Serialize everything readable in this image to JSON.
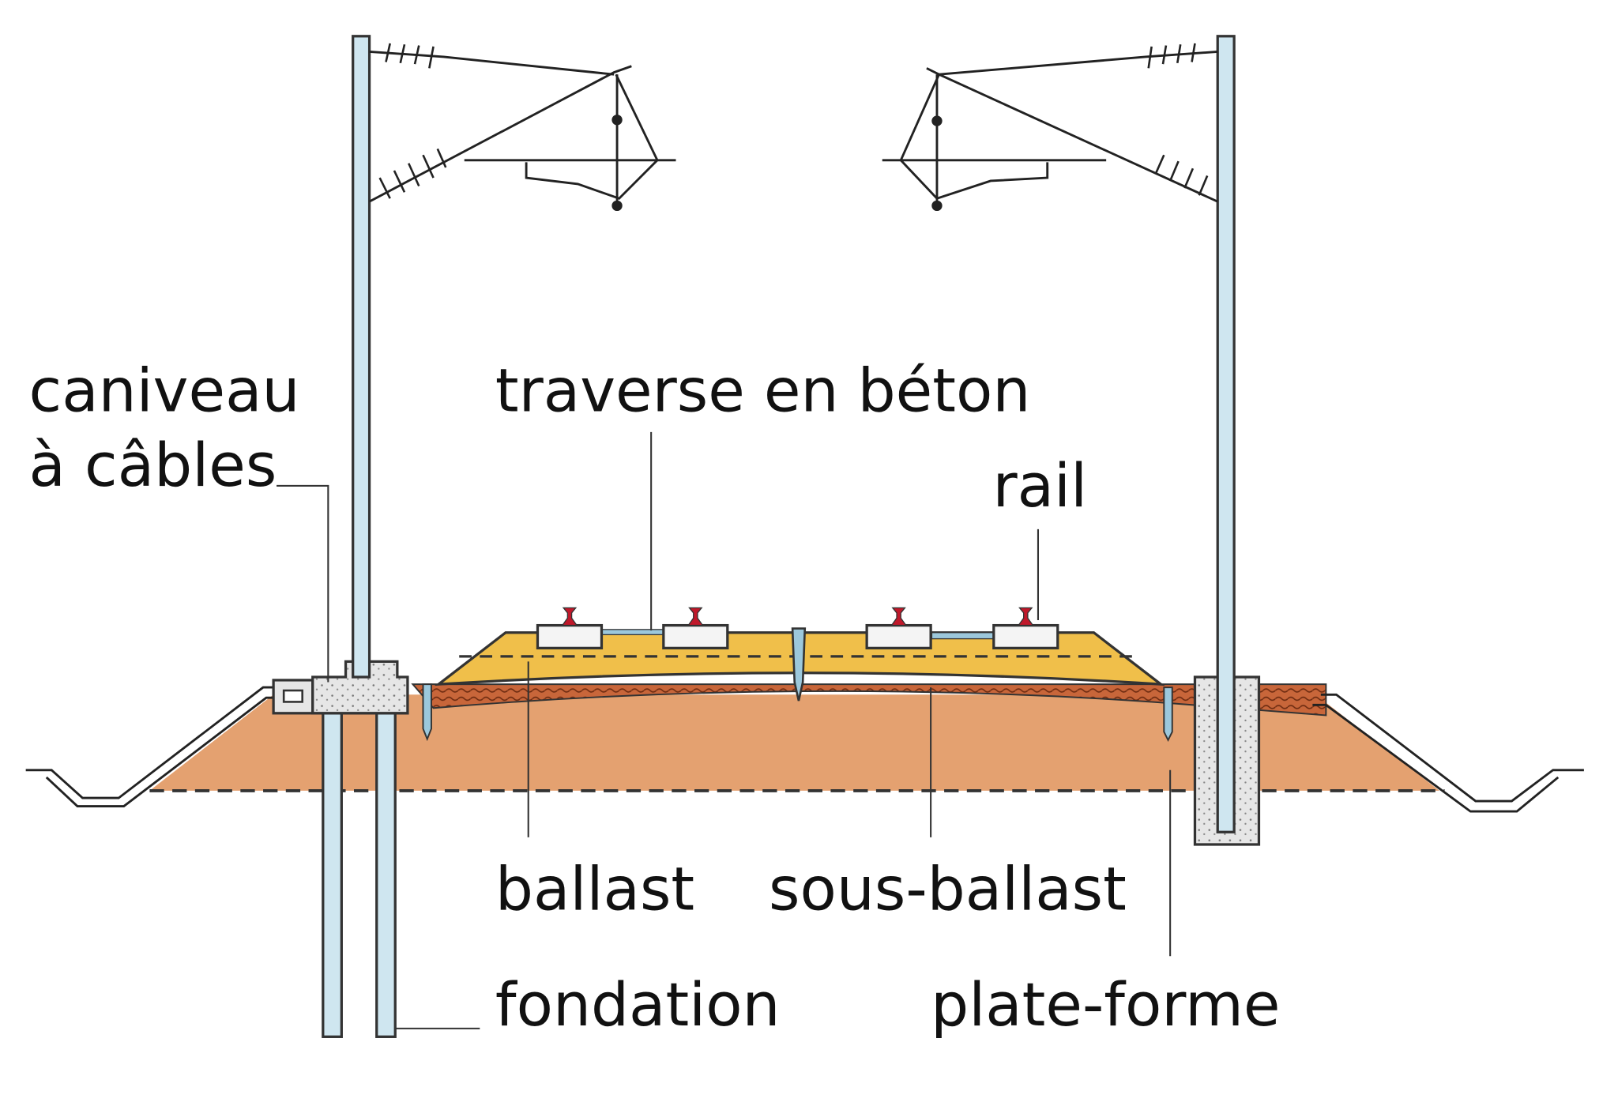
{
  "title": "Coupe transversale d'une voie ferrée électrifiée",
  "labels": {
    "cable_trough_line1": "caniveau",
    "cable_trough_line2": "à câbles",
    "sleeper": "traverse en béton",
    "rail": "rail",
    "ballast": "ballast",
    "sub_ballast": "sous-ballast",
    "foundation": "fondation",
    "formation": "plate-forme"
  },
  "colors": {
    "ballast": "#f0bf4a",
    "sub_ballast": "#c8663a",
    "formation": "#e4a170",
    "pole": "#cfe6f0",
    "concrete": "#e3e3e3",
    "rail": "#c0182a",
    "sleeper": "#f4f4f4"
  }
}
